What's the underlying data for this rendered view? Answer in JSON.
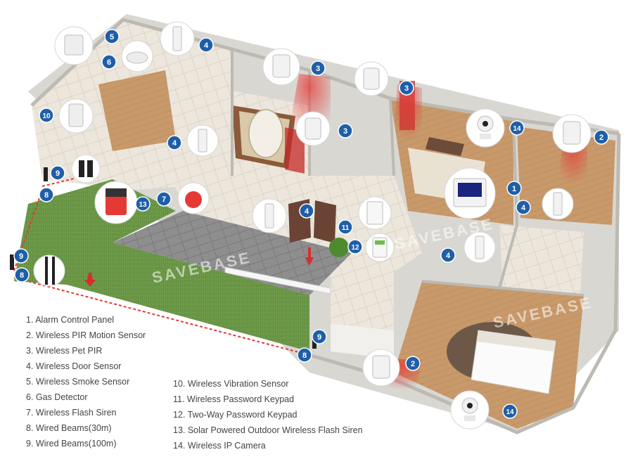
{
  "watermark": "SAVEBASE",
  "colors": {
    "badge": "#1f5fa8",
    "grass": "#6f9a4a",
    "floor_wood": "#c8996a",
    "floor_tile": "#ece6dc",
    "wall": "#f1f0ec",
    "laser": "#e53935"
  },
  "legend": {
    "left": [
      "1. Alarm Control Panel",
      "2. Wireless PIR Motion Sensor",
      "3. Wireless Pet PIR",
      "4. Wireless Door Sensor",
      "5. Wireless Smoke Sensor",
      "6. Gas Detector",
      "7. Wireless Flash Siren",
      "8. Wired Beams(30m)",
      "9. Wired Beams(100m)"
    ],
    "right": [
      "10. Wireless Vibration Sensor",
      "11. Wireless Password Keypad",
      "12. Two-Way Password Keypad",
      "13. Solar Powered Outdoor Wireless Flash Siren",
      "14. Wireless IP Camera"
    ]
  },
  "markers": [
    {
      "label": "1",
      "device": "control-panel-icon"
    },
    {
      "label": "2",
      "device": "pir-sensor-icon"
    },
    {
      "label": "2",
      "device": "pir-sensor-icon"
    },
    {
      "label": "3",
      "device": "pir-sensor-icon"
    },
    {
      "label": "3",
      "device": "pir-sensor-icon"
    },
    {
      "label": "3",
      "device": "pir-sensor-icon"
    },
    {
      "label": "4",
      "device": "door-sensor-icon"
    },
    {
      "label": "4",
      "device": "door-sensor-icon"
    },
    {
      "label": "4",
      "device": "door-sensor-icon"
    },
    {
      "label": "4",
      "device": "door-sensor-icon"
    },
    {
      "label": "4",
      "device": "door-sensor-icon"
    },
    {
      "label": "5",
      "device": "smoke-sensor-icon"
    },
    {
      "label": "6",
      "device": "gas-detector-icon"
    },
    {
      "label": "7",
      "device": "flash-siren-icon"
    },
    {
      "label": "8",
      "device": "beam-icon"
    },
    {
      "label": "8",
      "device": "beam-icon"
    },
    {
      "label": "8",
      "device": "beam-icon"
    },
    {
      "label": "9",
      "device": "beam-icon"
    },
    {
      "label": "9",
      "device": "beam-icon"
    },
    {
      "label": "9",
      "device": "beam-icon"
    },
    {
      "label": "10",
      "device": "vibration-sensor-icon"
    },
    {
      "label": "11",
      "device": "keypad-icon"
    },
    {
      "label": "12",
      "device": "keypad-icon"
    },
    {
      "label": "13",
      "device": "solar-siren-icon"
    },
    {
      "label": "14",
      "device": "ip-camera-icon"
    },
    {
      "label": "14",
      "device": "ip-camera-icon"
    }
  ]
}
